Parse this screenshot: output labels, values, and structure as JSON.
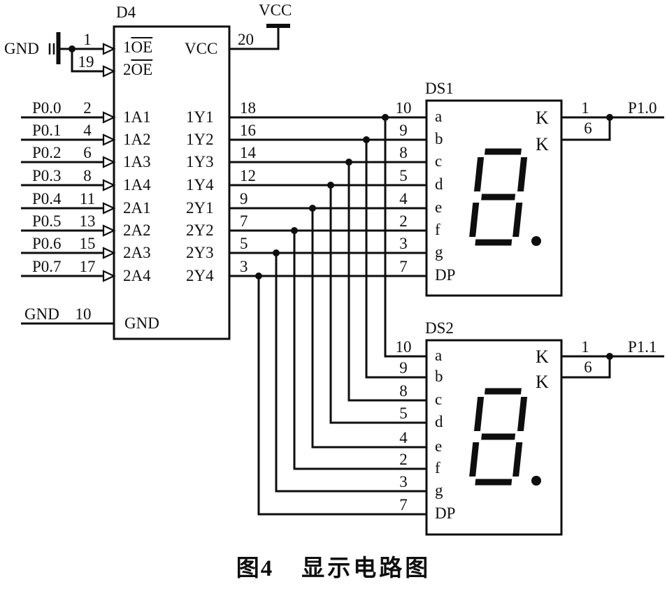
{
  "caption": {
    "fig": "图4",
    "title": "显示电路图"
  },
  "power": {
    "vcc": "VCC",
    "gnd": "GND"
  },
  "buffer_chip": {
    "designator": "D4",
    "oe1": {
      "prefix": "1",
      "base": "OE",
      "pin": "1"
    },
    "oe2": {
      "prefix": "2",
      "base": "OE",
      "pin": "19"
    },
    "vcc": {
      "name": "VCC",
      "pin": "20"
    },
    "gnd": {
      "name": "GND",
      "pin": "10",
      "signal": "GND"
    },
    "inputs": [
      {
        "signal": "P0.0",
        "pin": "2",
        "name": "1A1"
      },
      {
        "signal": "P0.1",
        "pin": "4",
        "name": "1A2"
      },
      {
        "signal": "P0.2",
        "pin": "6",
        "name": "1A3"
      },
      {
        "signal": "P0.3",
        "pin": "8",
        "name": "1A4"
      },
      {
        "signal": "P0.4",
        "pin": "11",
        "name": "2A1"
      },
      {
        "signal": "P0.5",
        "pin": "13",
        "name": "2A2"
      },
      {
        "signal": "P0.6",
        "pin": "15",
        "name": "2A3"
      },
      {
        "signal": "P0.7",
        "pin": "17",
        "name": "2A4"
      }
    ],
    "outputs": [
      {
        "name": "1Y1",
        "pin": "18",
        "ds_pin": "10",
        "segment": "a"
      },
      {
        "name": "1Y2",
        "pin": "16",
        "ds_pin": "9",
        "segment": "b"
      },
      {
        "name": "1Y3",
        "pin": "14",
        "ds_pin": "8",
        "segment": "c"
      },
      {
        "name": "1Y4",
        "pin": "12",
        "ds_pin": "5",
        "segment": "d"
      },
      {
        "name": "2Y1",
        "pin": "9",
        "ds_pin": "4",
        "segment": "e"
      },
      {
        "name": "2Y2",
        "pin": "7",
        "ds_pin": "2",
        "segment": "f"
      },
      {
        "name": "2Y3",
        "pin": "5",
        "ds_pin": "3",
        "segment": "g"
      },
      {
        "name": "2Y4",
        "pin": "3",
        "ds_pin": "7",
        "segment": "DP"
      }
    ]
  },
  "displays": {
    "ds1": {
      "designator": "DS1",
      "common1": "K",
      "common2": "K",
      "pin_top": "1",
      "pin_bottom": "6",
      "signal": "P1.0"
    },
    "ds2": {
      "designator": "DS2",
      "common1": "K",
      "common2": "K",
      "pin_top": "1",
      "pin_bottom": "6",
      "signal": "P1.1"
    }
  }
}
